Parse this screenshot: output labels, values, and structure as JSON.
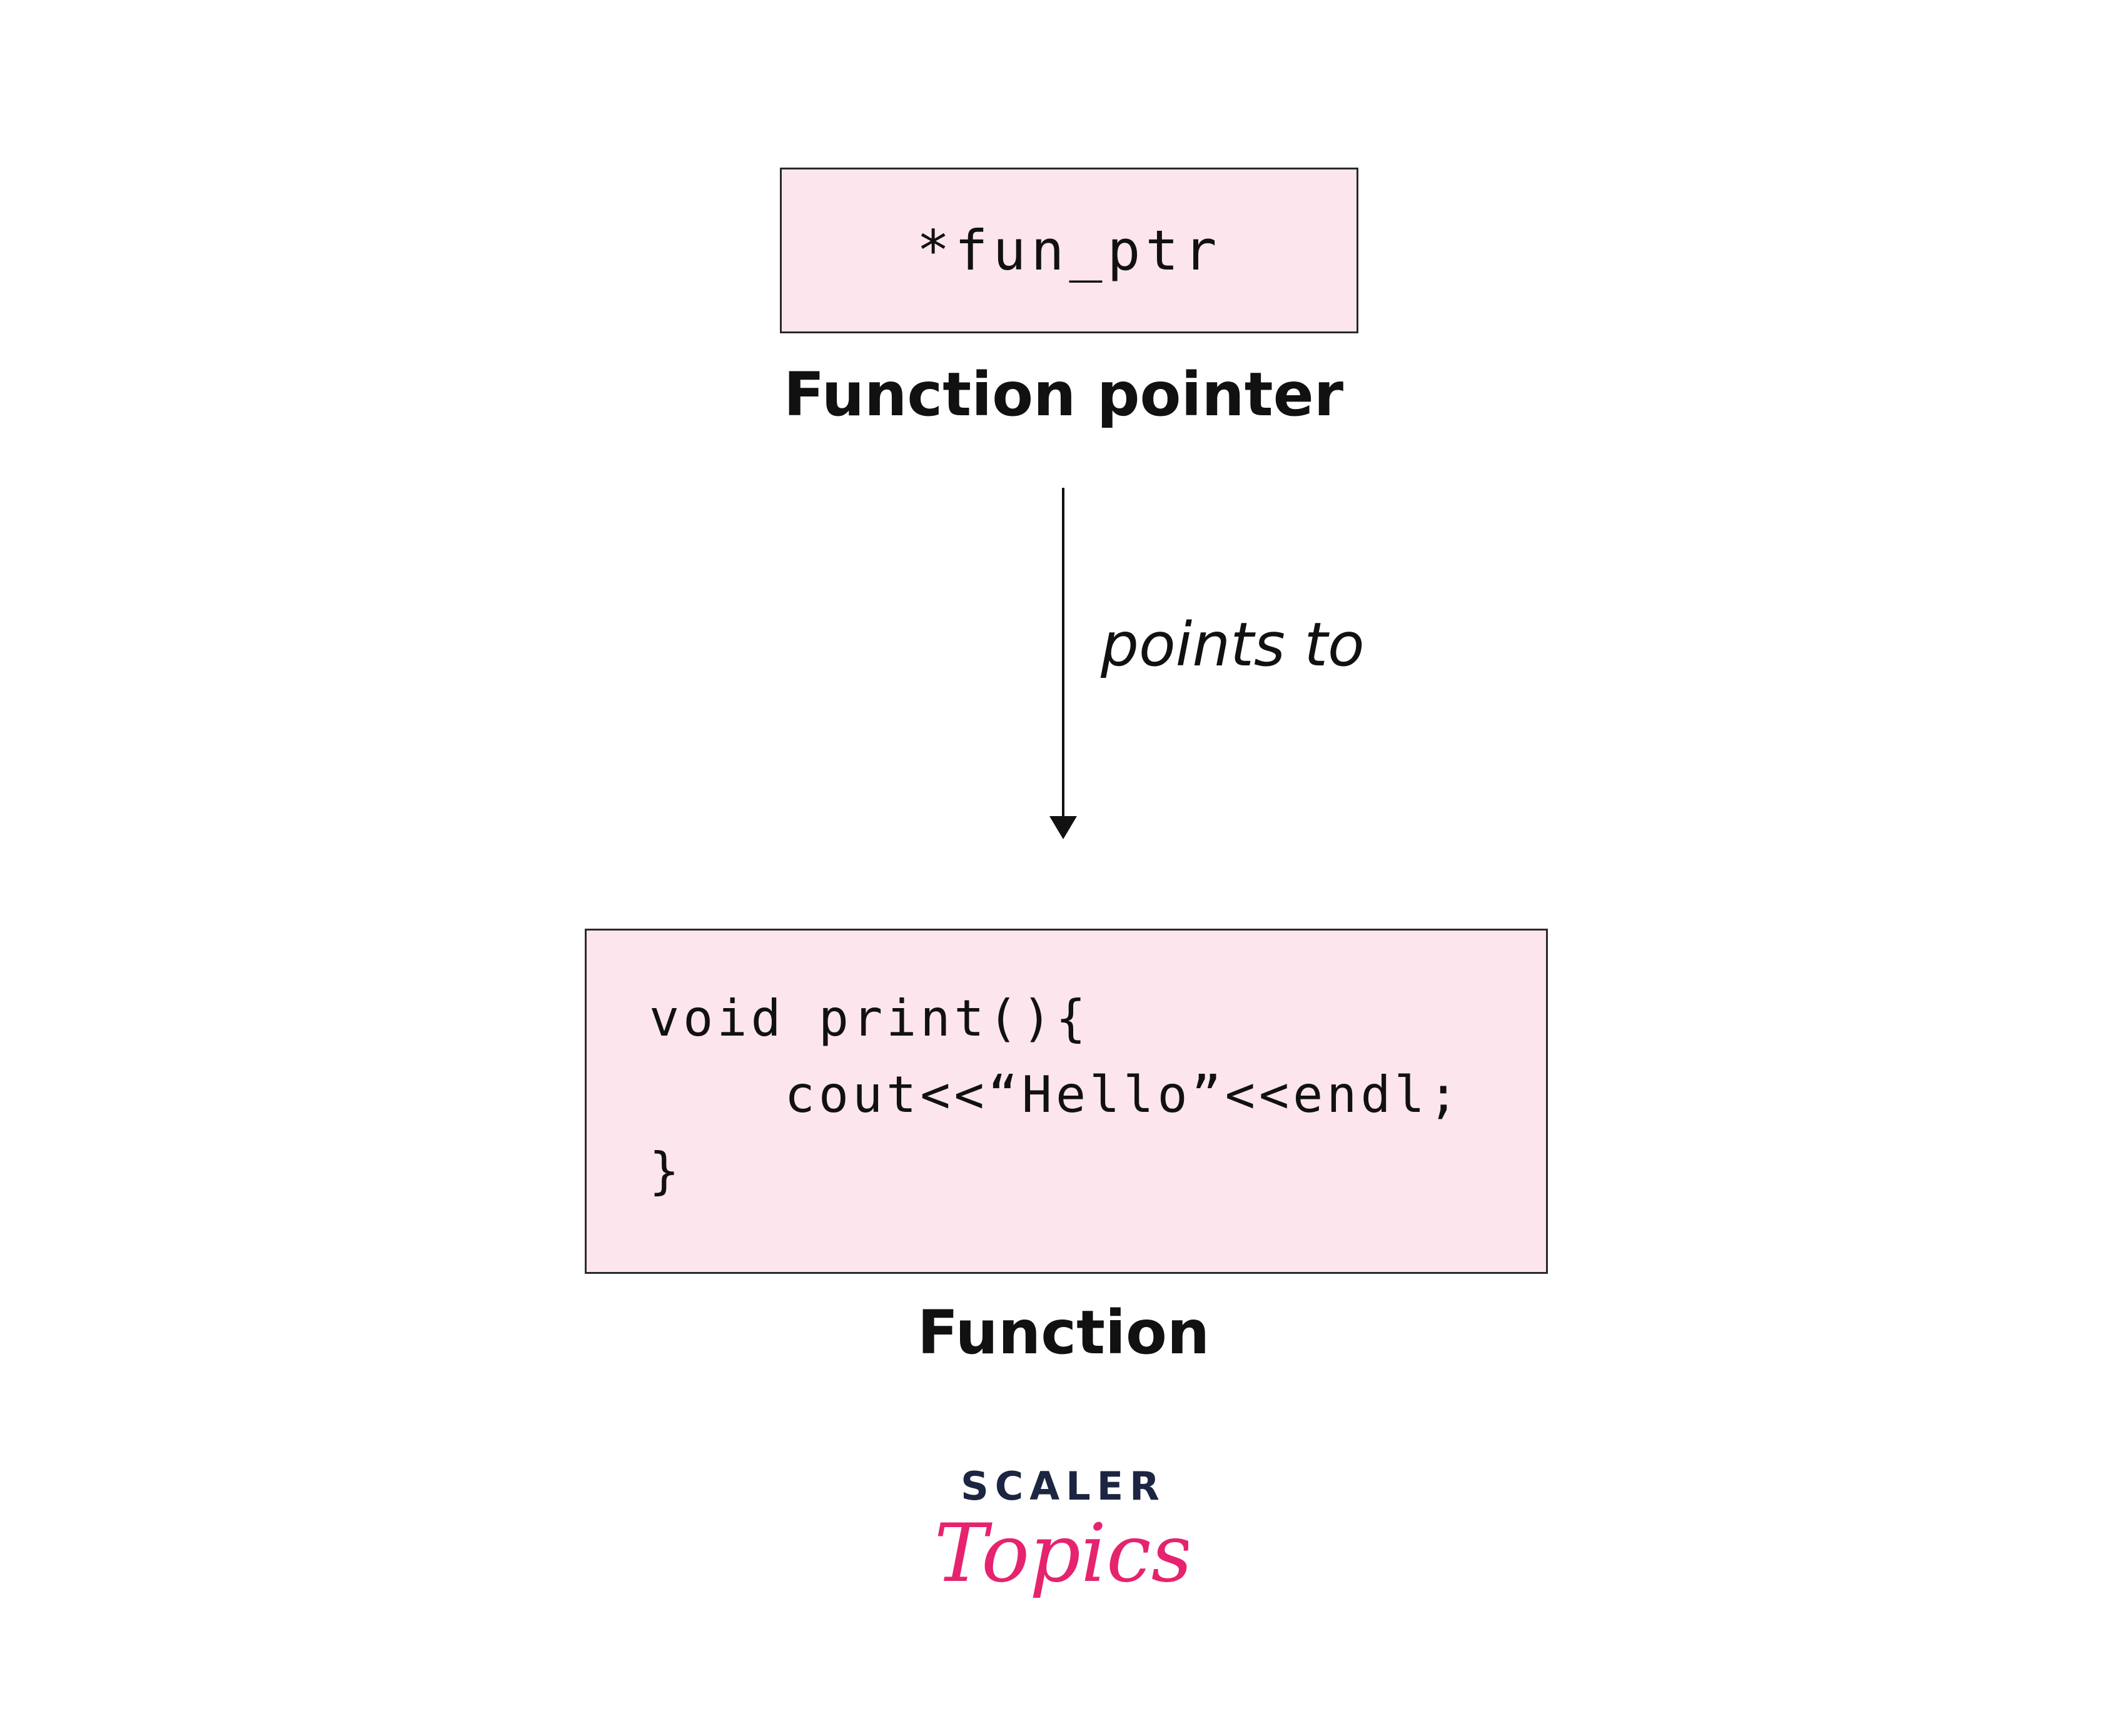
{
  "pointer": {
    "code": "*fun_ptr",
    "caption": "Function pointer"
  },
  "relation": {
    "label": "points to"
  },
  "function": {
    "code_lines": [
      "void print(){",
      "    cout<<“Hello”<<endl;",
      "}"
    ],
    "caption": "Function"
  },
  "logo": {
    "line1": "SCALER",
    "line2": "Topics"
  },
  "colors": {
    "box_fill": "#fde5ee",
    "box_border": "#2a2a2a",
    "text": "#111111",
    "logo_dark": "#1c2541",
    "logo_pink": "#e6236e"
  }
}
